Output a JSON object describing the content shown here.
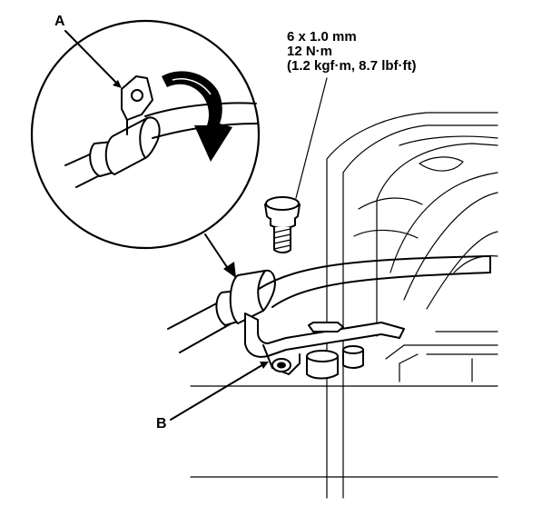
{
  "labels": {
    "callout_a": "A",
    "callout_b": "B"
  },
  "spec": {
    "thread": "6 x 1.0 mm",
    "torque_nm": "12 N·m",
    "torque_alt": "(1.2 kgf·m, 8.7 lbf·ft)"
  }
}
